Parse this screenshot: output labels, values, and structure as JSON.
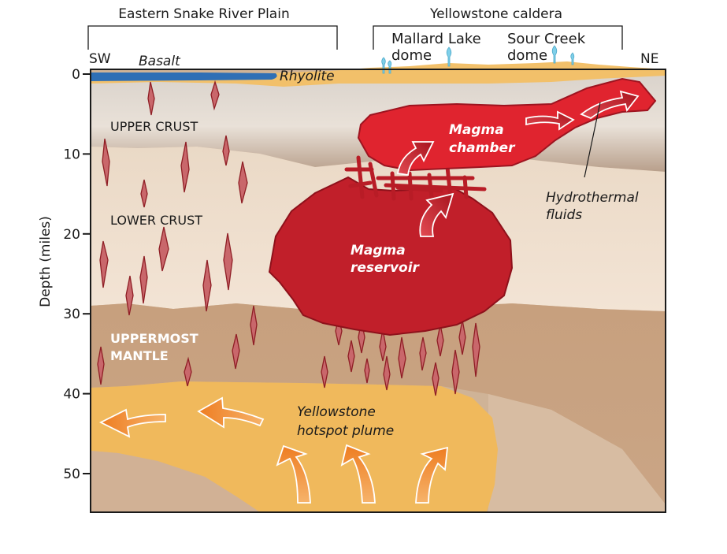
{
  "regions": {
    "snake_river": "Eastern Snake River Plain",
    "caldera": "Yellowstone caldera"
  },
  "directions": {
    "west": "SW",
    "east": "NE"
  },
  "domes": {
    "mallard_line1": "Mallard Lake",
    "mallard_line2": "dome",
    "sour_line1": "Sour Creek",
    "sour_line2": "dome"
  },
  "rocks": {
    "basalt": "Basalt",
    "rhyolite": "Rhyolite"
  },
  "layers": {
    "upper_crust": "UPPER CRUST",
    "lower_crust": "LOWER CRUST",
    "mantle_line1": "UPPERMOST",
    "mantle_line2": "MANTLE"
  },
  "magma": {
    "chamber_line1": "Magma",
    "chamber_line2": "chamber",
    "reservoir_line1": "Magma",
    "reservoir_line2": "reservoir"
  },
  "annotations": {
    "hydro_line1": "Hydrothermal",
    "hydro_line2": "fluids",
    "plume_line1": "Yellowstone",
    "plume_line2": "hotspot plume"
  },
  "axis": {
    "title": "Depth (miles)",
    "ticks": [
      "0",
      "10",
      "20",
      "30",
      "40",
      "50"
    ]
  },
  "colors": {
    "basalt": "#2f6fb5",
    "rhyolite": "#f2c06a",
    "upper_crust": "#e6ddd3",
    "lower_crust": "#ecdccc",
    "mantle": "#c9a281",
    "plume": "#f0b95c",
    "magma": "#d0232f",
    "magma_dark": "#b31c26",
    "arrow_orange": "#f08a2e",
    "geyser": "#7fd0ea"
  }
}
